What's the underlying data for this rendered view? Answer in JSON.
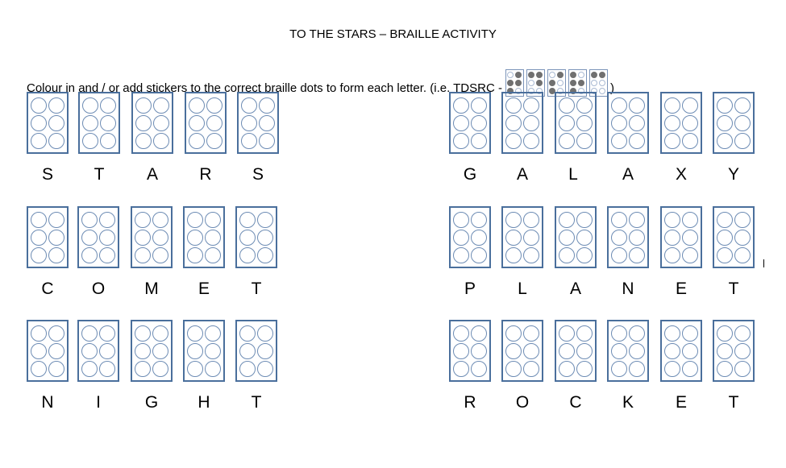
{
  "title": "TO THE STARS – BRAILLE ACTIVITY",
  "instruction": {
    "text": "Colour in and / or add stickers to the correct braille dots to form each letter. (i.e. TDSRC -",
    "closing": ")",
    "example_letters": [
      "T",
      "D",
      "S",
      "R",
      "C"
    ],
    "example_dots": [
      [
        0,
        1,
        1,
        1,
        1,
        0
      ],
      [
        1,
        1,
        0,
        1,
        0,
        0
      ],
      [
        0,
        1,
        1,
        0,
        1,
        0
      ],
      [
        1,
        0,
        1,
        1,
        1,
        0
      ],
      [
        1,
        1,
        0,
        0,
        0,
        0
      ]
    ]
  },
  "words": [
    {
      "id": "stars",
      "letters": [
        "S",
        "T",
        "A",
        "R",
        "S"
      ]
    },
    {
      "id": "galaxy",
      "letters": [
        "G",
        "A",
        "L",
        "A",
        "X",
        "Y"
      ]
    },
    {
      "id": "comet",
      "letters": [
        "C",
        "O",
        "M",
        "E",
        "T"
      ]
    },
    {
      "id": "planet",
      "letters": [
        "P",
        "L",
        "A",
        "N",
        "E",
        "T"
      ]
    },
    {
      "id": "night",
      "letters": [
        "N",
        "I",
        "G",
        "H",
        "T"
      ]
    },
    {
      "id": "rocket",
      "letters": [
        "R",
        "O",
        "C",
        "K",
        "E",
        "T"
      ]
    }
  ],
  "colors": {
    "cell_border": "#4a6f9c",
    "dot_border": "#6d8cb4",
    "filled_dot": "#707070"
  }
}
